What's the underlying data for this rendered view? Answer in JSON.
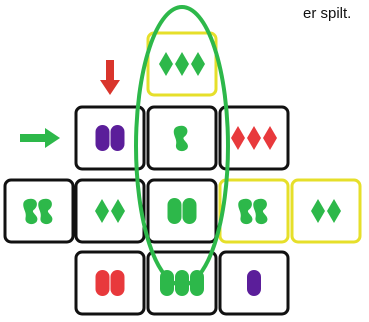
{
  "caption": "er spilt.",
  "colors": {
    "green": "#2db84a",
    "purple": "#5b1e9a",
    "red": "#e8393c",
    "card_border": "#111111",
    "highlight_border": "#e6df2a",
    "down_arrow": "#d9352c",
    "right_arrow": "#2db84a",
    "ellipse": "#2db84a"
  },
  "grid": {
    "cells": [
      {
        "row": 0,
        "col": 3,
        "color": "green",
        "shape": "diamond",
        "count": 3,
        "highlighted": true
      },
      {
        "row": 1,
        "col": 2,
        "color": "purple",
        "shape": "oval",
        "count": 2,
        "highlighted": false
      },
      {
        "row": 1,
        "col": 3,
        "color": "green",
        "shape": "squiggle",
        "count": 1,
        "highlighted": false
      },
      {
        "row": 1,
        "col": 4,
        "color": "red",
        "shape": "diamond",
        "count": 3,
        "highlighted": false
      },
      {
        "row": 2,
        "col": 1,
        "color": "green",
        "shape": "squiggle",
        "count": 2,
        "highlighted": false
      },
      {
        "row": 2,
        "col": 2,
        "color": "green",
        "shape": "diamond",
        "count": 2,
        "highlighted": false
      },
      {
        "row": 2,
        "col": 3,
        "color": "green",
        "shape": "oval",
        "count": 2,
        "highlighted": false
      },
      {
        "row": 2,
        "col": 4,
        "color": "green",
        "shape": "squiggle",
        "count": 2,
        "highlighted": true
      },
      {
        "row": 2,
        "col": 5,
        "color": "green",
        "shape": "diamond",
        "count": 2,
        "highlighted": true
      },
      {
        "row": 3,
        "col": 2,
        "color": "red",
        "shape": "oval",
        "count": 2,
        "highlighted": false
      },
      {
        "row": 3,
        "col": 3,
        "color": "green",
        "shape": "oval",
        "count": 3,
        "highlighted": false
      },
      {
        "row": 3,
        "col": 4,
        "color": "purple",
        "shape": "oval",
        "count": 1,
        "highlighted": false
      }
    ],
    "markers": {
      "down_arrow": {
        "column": 2
      },
      "right_arrow": {
        "row": 1
      },
      "ellipse": {
        "column": 3
      }
    }
  }
}
